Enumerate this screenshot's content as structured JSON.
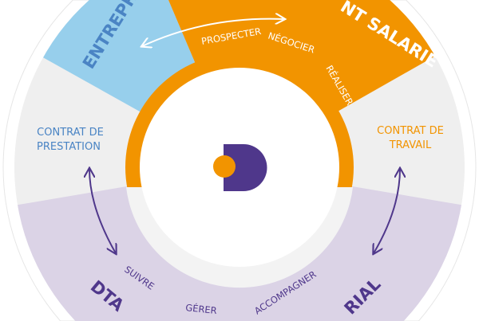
{
  "colors": {
    "blue": "#97cfec",
    "blue_text": "#4a84c4",
    "orange": "#f29400",
    "purple": "#4f378b",
    "lavender": "#dbd3e6",
    "grey": "#efefef"
  },
  "segments": {
    "entreprise": "ENTREPRISE",
    "salarie": "NT SALARIÉ",
    "bottom_left": "DTA",
    "bottom_right": "RIAL"
  },
  "labels": {
    "left_line1": "CONTRAT DE",
    "left_line2": "PRESTATION",
    "right_line1": "CONTRAT DE",
    "right_line2": "TRAVAIL"
  },
  "verbs_top": [
    "PROSPECTER",
    "NÉGOCIER",
    "RÉALISER"
  ],
  "verbs_bottom": [
    "SUIVRE",
    "GÉRER",
    "ACCOMPAGNER"
  ],
  "logo": "D"
}
